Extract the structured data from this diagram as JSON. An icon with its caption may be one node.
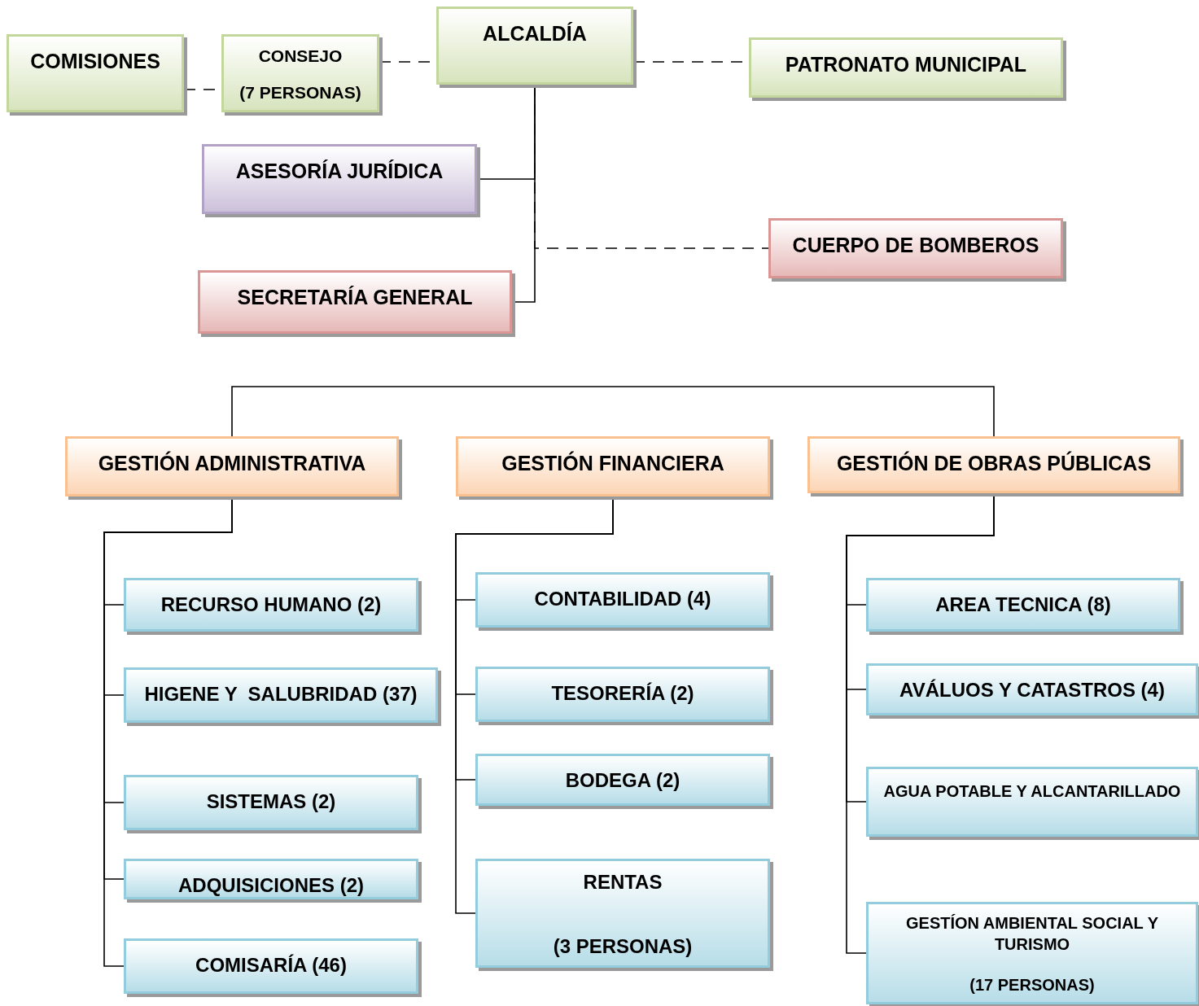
{
  "diagram": {
    "nodes": [
      {
        "text": [
          "COMISIONES"
        ]
      },
      {
        "text": [
          "CONSEJO",
          "(7 PERSONAS)"
        ]
      },
      {
        "text": [
          "ALCALDÍA"
        ]
      },
      {
        "text": [
          "PATRONATO MUNICIPAL"
        ]
      },
      {
        "text": [
          "ASESORÍA JURÍDICA"
        ]
      },
      {
        "text": [
          "CUERPO DE BOMBEROS"
        ]
      },
      {
        "text": [
          "SECRETARÍA GENERAL"
        ]
      },
      {
        "text": [
          "GESTIÓN ADMINISTRATIVA"
        ]
      },
      {
        "text": [
          "GESTIÓN FINANCIERA"
        ]
      },
      {
        "text": [
          "GESTIÓN DE OBRAS PÚBLICAS"
        ]
      },
      {
        "text": [
          "RECURSO HUMANO (2)"
        ]
      },
      {
        "text": [
          "HIGENE Y  SALUBRIDAD (37)"
        ]
      },
      {
        "text": [
          "SISTEMAS (2)"
        ]
      },
      {
        "text": [
          "ADQUISICIONES (2)"
        ]
      },
      {
        "text": [
          "COMISARÍA (46)"
        ]
      },
      {
        "text": [
          "CONTABILIDAD (4)"
        ]
      },
      {
        "text": [
          "TESORERÍA (2)"
        ]
      },
      {
        "text": [
          "BODEGA (2)"
        ]
      },
      {
        "text": [
          "RENTAS",
          "(3 PERSONAS)"
        ]
      },
      {
        "text": [
          "AREA TECNICA (8)"
        ]
      },
      {
        "text": [
          "AVÁLUOS Y CATASTROS (4)"
        ]
      },
      {
        "text": [
          "AGUA POTABLE Y ALCANTARILLADO"
        ]
      },
      {
        "text": [
          "GESTÍON AMBIENTAL SOCIAL Y TURISMO",
          "(17 PERSONAS)"
        ]
      }
    ],
    "edges": [
      {
        "from": 0,
        "to": 1,
        "arrow": "none",
        "style": "dashed"
      },
      {
        "from": 1,
        "to": 2,
        "arrow": "none",
        "style": "dashed"
      },
      {
        "from": 2,
        "to": 3,
        "arrow": "none",
        "style": "dashed"
      },
      {
        "from": 2,
        "to": 4,
        "arrow": "none"
      },
      {
        "from": 2,
        "to": 5,
        "arrow": "none",
        "style": "dashed"
      },
      {
        "from": 2,
        "to": 6,
        "arrow": "none"
      },
      {
        "from": 7,
        "to": 9,
        "arrow": "none"
      },
      {
        "from": 7,
        "to": 10,
        "arrow": "none"
      },
      {
        "from": 7,
        "to": 11,
        "arrow": "none"
      },
      {
        "from": 7,
        "to": 12,
        "arrow": "none"
      },
      {
        "from": 7,
        "to": 13,
        "arrow": "none"
      },
      {
        "from": 7,
        "to": 14,
        "arrow": "none"
      },
      {
        "from": 8,
        "to": 15,
        "arrow": "none"
      },
      {
        "from": 8,
        "to": 16,
        "arrow": "none"
      },
      {
        "from": 8,
        "to": 17,
        "arrow": "none"
      },
      {
        "from": 8,
        "to": 18,
        "arrow": "none"
      },
      {
        "from": 9,
        "to": 19,
        "arrow": "none"
      },
      {
        "from": 9,
        "to": 20,
        "arrow": "none"
      },
      {
        "from": 9,
        "to": 21,
        "arrow": "none"
      },
      {
        "from": 9,
        "to": 22,
        "arrow": "none"
      }
    ]
  }
}
